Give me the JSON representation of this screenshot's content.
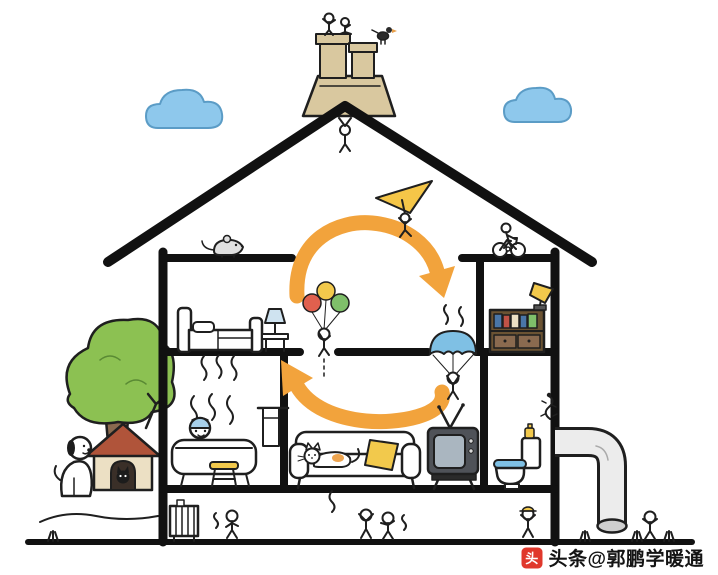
{
  "scene": {
    "description": "Cartoon cross-section of a two-story house showing indoor air circulating in a loop through attic, bedroom, study, bathroom, living room and toilet, with an exhaust duct outside",
    "watermark": {
      "icon": "toutiao-logo-icon",
      "icon_glyph": "头",
      "text": "头条@郭鹏学暖通"
    },
    "colors": {
      "outline": "#1f1f1f",
      "arrow": "#f2a33c",
      "cloud": "#8ec8ec",
      "cloud_stroke": "#5b9cc6",
      "chimney": "#d9c89f",
      "glider": "#f5c648",
      "balloon_red": "#e0604e",
      "balloon_yellow": "#f2c94c",
      "balloon_green": "#7fbf6a",
      "parachute": "#7fc0e4",
      "lamp_shade_blue": "#cfe3f0",
      "lamp_shade_yellow": "#f2c94c",
      "shelf": "#6b5333",
      "tree": "#8cc152",
      "trunk": "#8a6a4f",
      "doghouse_roof": "#b0543a",
      "doghouse_body": "#ece0c4",
      "sofa_cushion": "#f2c94c",
      "stool": "#f2c94c",
      "cat_patch": "#eda44f",
      "tv_body": "#4f5258",
      "tv_screen": "#aab6c0",
      "toilet_seat": "#7fc0e4",
      "pipe": "#ececec",
      "mouse": "#e0e0e0",
      "hat": "#f2c94c",
      "bottle": "#f2c94c",
      "watermark_red": "#e0382c"
    },
    "objects": [
      "clouds",
      "chimney with tiny figures and bird",
      "roof",
      "attic mouse",
      "hang-glider figure",
      "attic cyclist",
      "circulation arrows",
      "bed with heat squiggles",
      "bedside lamp",
      "figure descending with balloons",
      "figure descending with parachute",
      "bookshelf and desk lamp",
      "person in bathtub with steam",
      "towel",
      "stool",
      "sofa with cat and cushion",
      "television",
      "toilet",
      "exhaust duct",
      "tree",
      "doghouse with black cat",
      "white dog",
      "radiator",
      "children at foundation level",
      "wall gecko",
      "watermark"
    ]
  }
}
